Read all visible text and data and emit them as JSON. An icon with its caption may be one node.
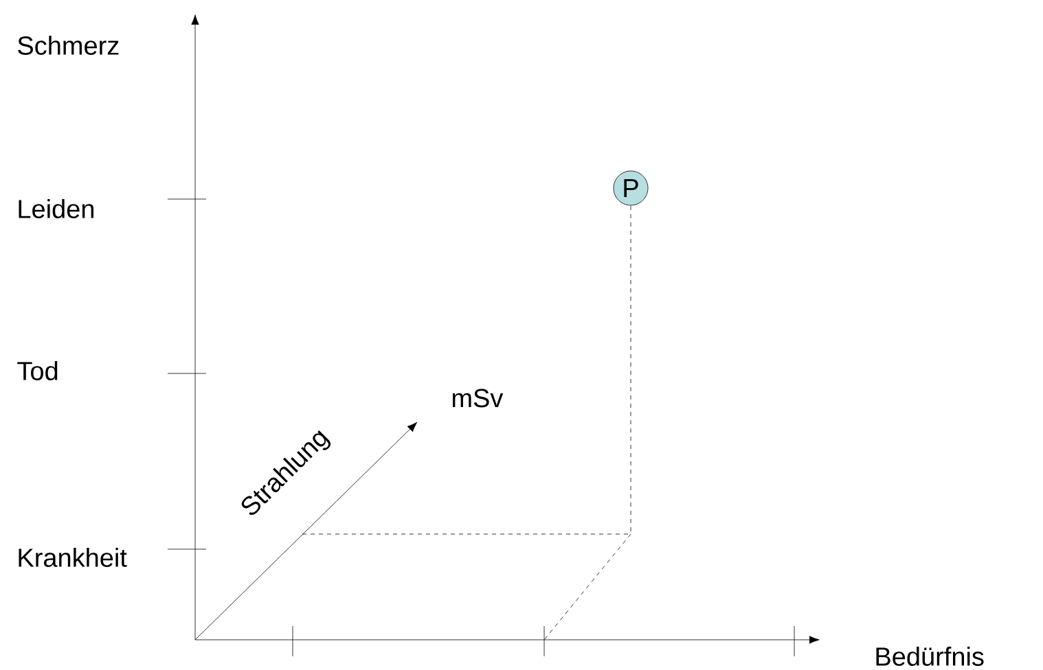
{
  "diagram": {
    "nodes": [
      {
        "text": [
          "P"
        ]
      }
    ],
    "labels": [
      "Schmerz",
      "Leiden",
      "Tod",
      "Krankheit",
      "mSv",
      "Strahlung",
      "Bedürfnis"
    ]
  }
}
